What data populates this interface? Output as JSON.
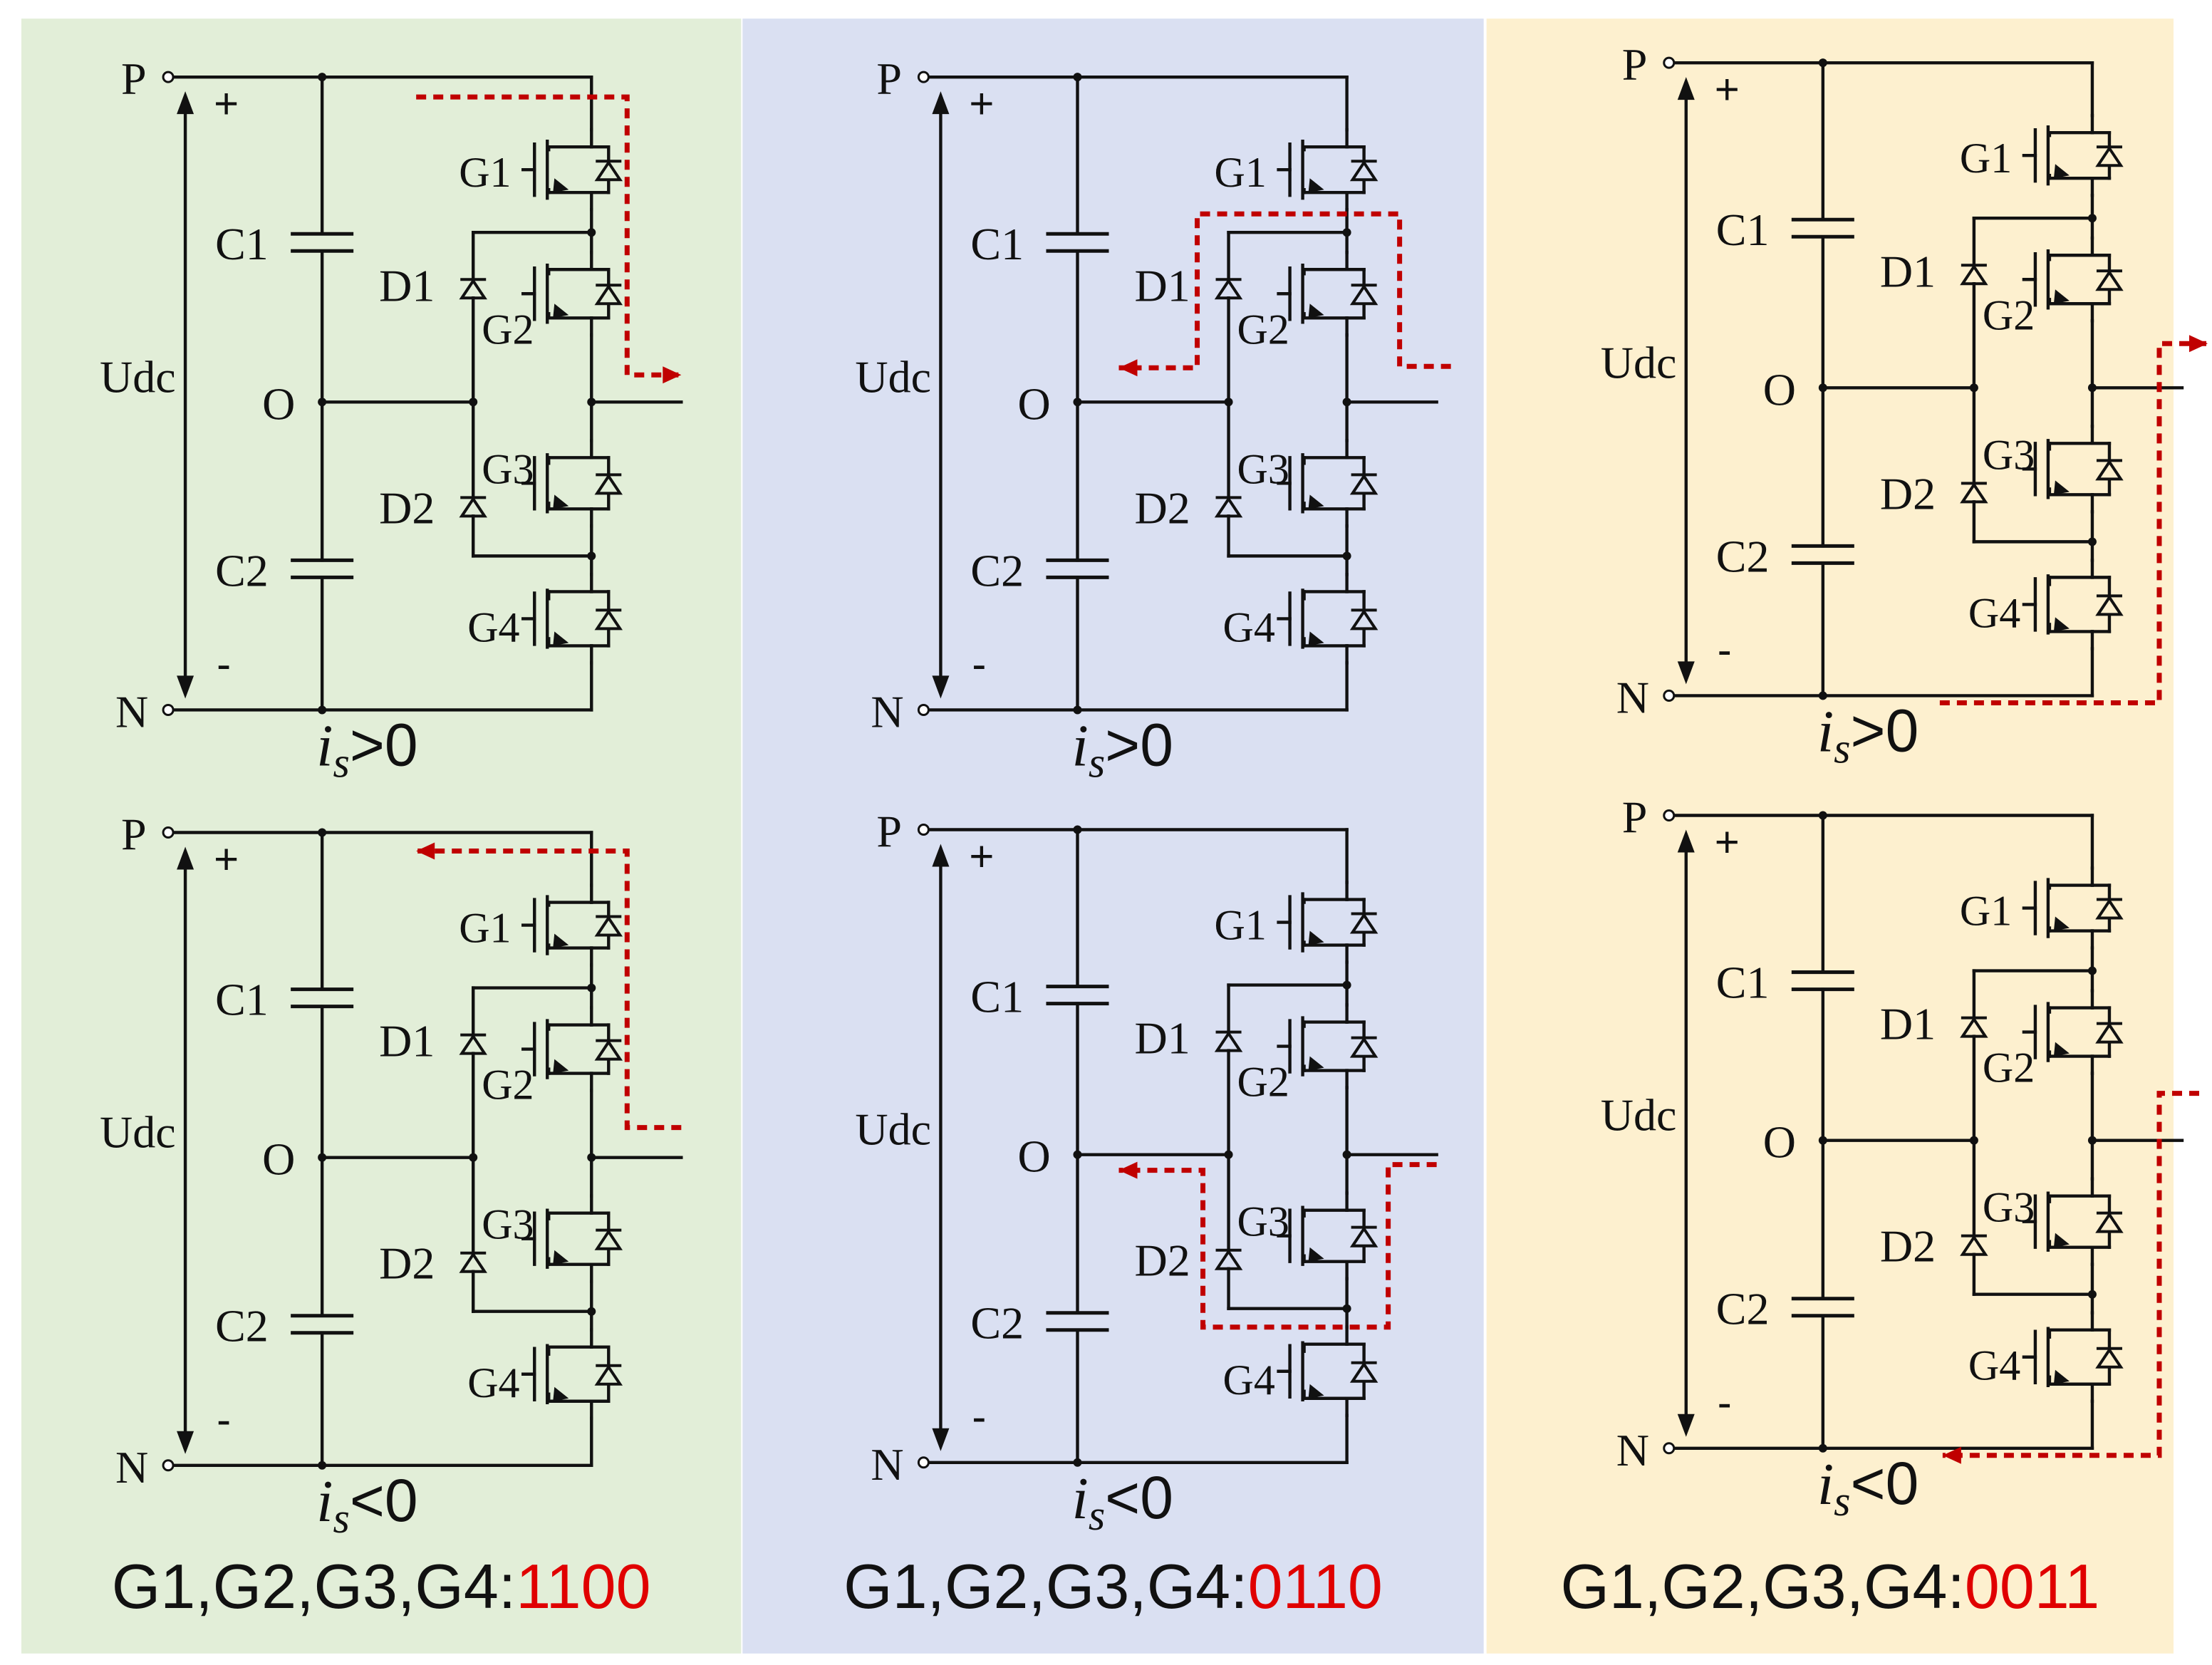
{
  "panels": [
    {
      "bg": "#e2eed8",
      "code_prefix": "G1,G2,G3,G4:",
      "code_value": "1100",
      "circuits": [
        {
          "condition_var": "i",
          "condition_sub": "s",
          "condition_rel": ">0",
          "path": "g12_pos"
        },
        {
          "condition_var": "i",
          "condition_sub": "s",
          "condition_rel": "<0",
          "path": "g12_neg"
        }
      ]
    },
    {
      "bg": "#dae0f2",
      "code_prefix": "G1,G2,G3,G4:",
      "code_value": "0110",
      "circuits": [
        {
          "condition_var": "i",
          "condition_sub": "s",
          "condition_rel": ">0",
          "path": "d1g2_pos"
        },
        {
          "condition_var": "i",
          "condition_sub": "s",
          "condition_rel": "<0",
          "path": "g3d2_neg"
        }
      ]
    },
    {
      "bg": "#fdf0cf",
      "code_prefix": "G1,G2,G3,G4:",
      "code_value": "0011",
      "circuits": [
        {
          "condition_var": "i",
          "condition_sub": "s",
          "condition_rel": ">0",
          "path": "g34_pos"
        },
        {
          "condition_var": "i",
          "condition_sub": "s",
          "condition_rel": "<0",
          "path": "g34_neg"
        }
      ]
    }
  ],
  "labels": {
    "p_node": "P",
    "n_node": "N",
    "o_node": "O",
    "plus": "+",
    "minus": "-",
    "udc": "Udc",
    "c1": "C1",
    "c2": "C2",
    "d1": "D1",
    "d2": "D2",
    "g1": "G1",
    "g2": "G2",
    "g3": "G3",
    "g4": "G4"
  },
  "colors": {
    "wire": "#111111",
    "current_path": "#c00000",
    "code_value": "#e00000",
    "text": "#111111"
  }
}
